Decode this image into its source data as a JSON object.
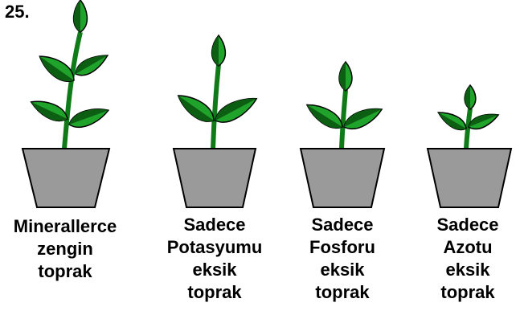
{
  "question_number": "25.",
  "colors": {
    "leaf_dark": "#0b5e12",
    "leaf_light": "#1fa32a",
    "stem": "#0f7a18",
    "pot_fill": "#9a9a9a",
    "outline": "#000000"
  },
  "plants": [
    {
      "caption_lines": [
        "Minerallerce",
        "zengin",
        "toprak"
      ]
    },
    {
      "caption_lines": [
        "Sadece",
        "Potasyumu",
        "eksik",
        "toprak"
      ]
    },
    {
      "caption_lines": [
        "Sadece",
        "Fosforu",
        "eksik",
        "toprak"
      ]
    },
    {
      "caption_lines": [
        "Sadece",
        "Azotu",
        "eksik",
        "toprak"
      ]
    }
  ]
}
